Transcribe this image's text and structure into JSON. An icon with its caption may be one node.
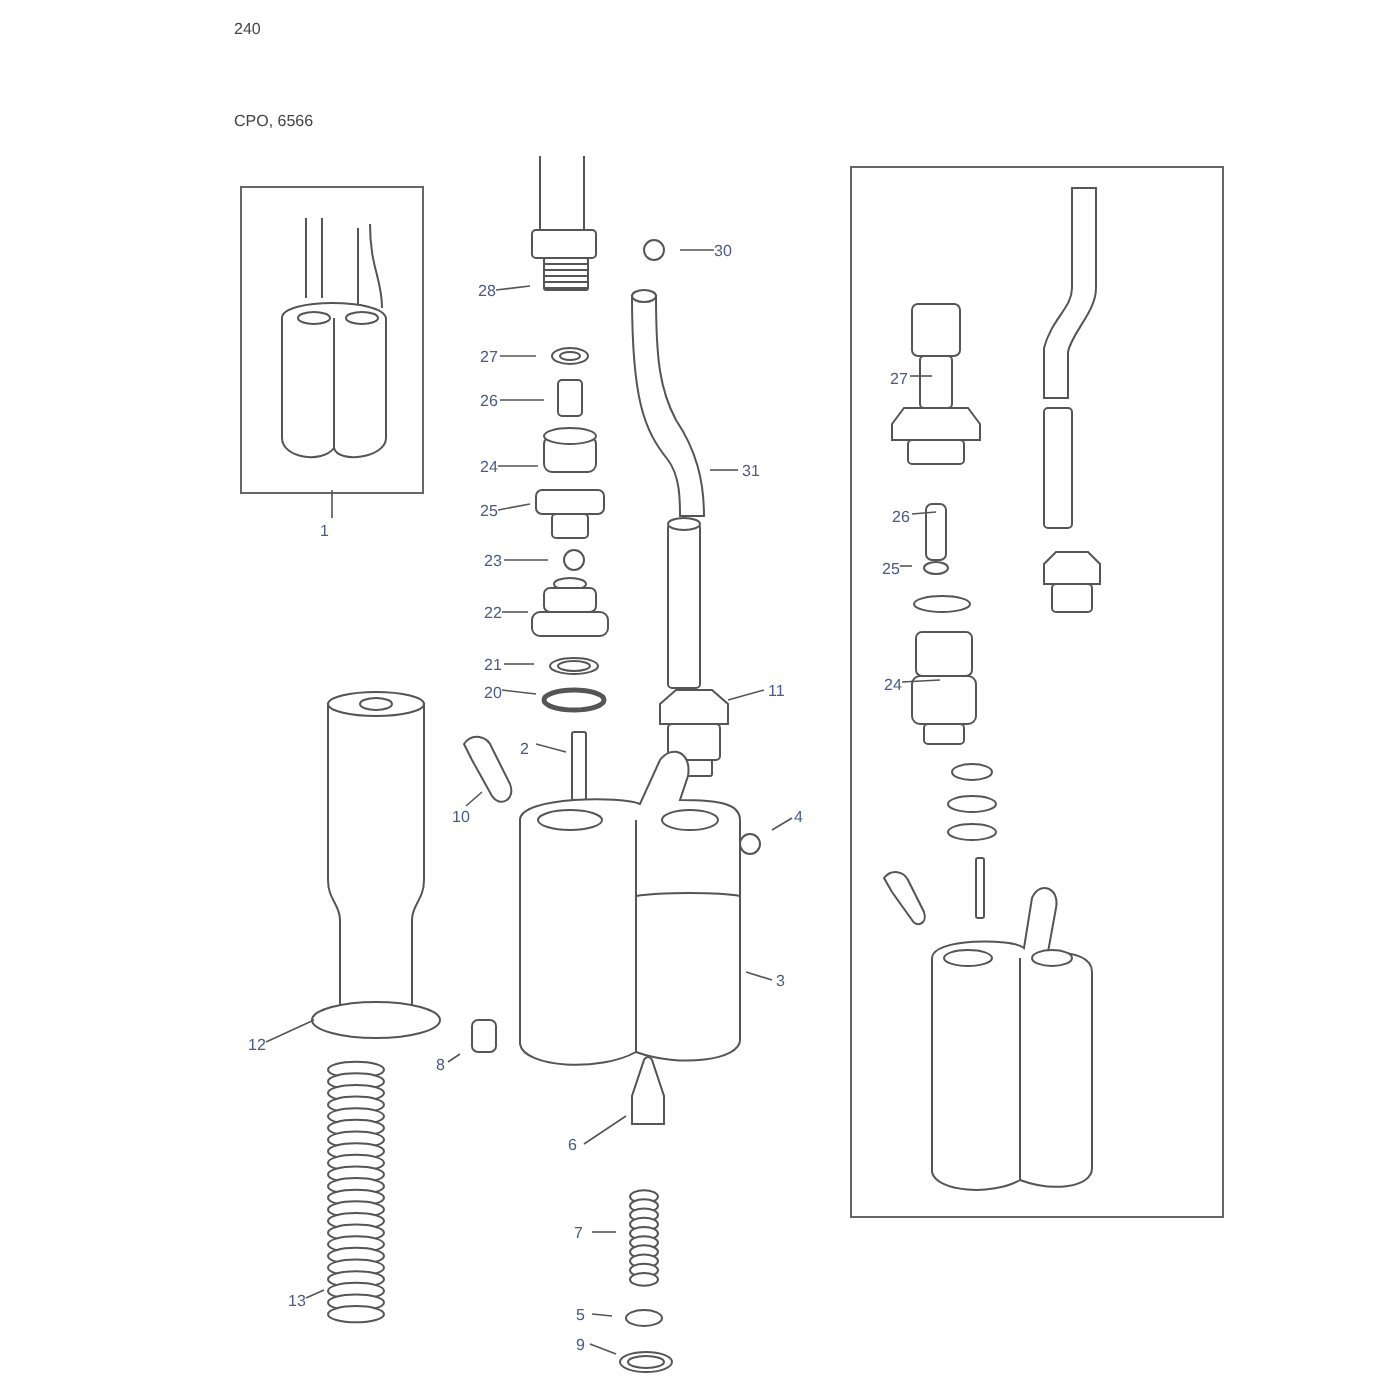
{
  "diagram": {
    "nodes": [
      {
        "text": [],
        "shape": "picture"
      },
      {
        "text": [],
        "shape": "picture"
      },
      {
        "text": [
          "30"
        ]
      },
      {
        "text": [
          "28"
        ]
      },
      {
        "text": [
          "27"
        ]
      },
      {
        "text": [
          "26"
        ]
      },
      {
        "text": [
          "24"
        ]
      },
      {
        "text": [
          "25"
        ]
      },
      {
        "text": [
          "31"
        ]
      },
      {
        "text": [
          "1"
        ]
      },
      {
        "text": [
          "23"
        ]
      },
      {
        "text": [
          "22"
        ]
      },
      {
        "text": [
          "21"
        ]
      },
      {
        "text": [
          "20"
        ]
      },
      {
        "text": [
          "11"
        ]
      },
      {
        "text": [
          "2"
        ]
      },
      {
        "text": [
          "10"
        ]
      },
      {
        "text": [
          "4"
        ]
      },
      {
        "text": [
          "3"
        ]
      },
      {
        "text": [
          "12"
        ]
      },
      {
        "text": [
          "8"
        ]
      },
      {
        "text": [
          "6"
        ]
      },
      {
        "text": [
          "7"
        ]
      },
      {
        "text": [
          "13"
        ]
      },
      {
        "text": [
          "5"
        ]
      },
      {
        "text": [
          "9"
        ]
      },
      {
        "text": [
          "27"
        ],
        "in": 1
      },
      {
        "text": [
          "26"
        ],
        "in": 1
      },
      {
        "text": [
          "25"
        ],
        "in": 1
      },
      {
        "text": [
          "24"
        ],
        "in": 1
      }
    ],
    "edges": [
      {
        "from": 2,
        "to": null,
        "arrow": "none"
      },
      {
        "from": 3,
        "to": null,
        "arrow": "none"
      },
      {
        "from": 4,
        "to": null,
        "arrow": "none"
      },
      {
        "from": 5,
        "to": null,
        "arrow": "none"
      },
      {
        "from": 6,
        "to": null,
        "arrow": "none"
      },
      {
        "from": 7,
        "to": null,
        "arrow": "none"
      },
      {
        "from": 8,
        "to": null,
        "arrow": "none"
      },
      {
        "from": 9,
        "to": 0,
        "arrow": "none"
      },
      {
        "from": 10,
        "to": null,
        "arrow": "none"
      },
      {
        "from": 11,
        "to": null,
        "arrow": "none"
      },
      {
        "from": 12,
        "to": null,
        "arrow": "none"
      },
      {
        "from": 13,
        "to": null,
        "arrow": "none"
      },
      {
        "from": 14,
        "to": null,
        "arrow": "none"
      },
      {
        "from": 15,
        "to": null,
        "arrow": "none"
      },
      {
        "from": 16,
        "to": null,
        "arrow": "none"
      },
      {
        "from": 17,
        "to": null,
        "arrow": "none"
      },
      {
        "from": 18,
        "to": null,
        "arrow": "none"
      },
      {
        "from": 19,
        "to": null,
        "arrow": "none"
      },
      {
        "from": 20,
        "to": null,
        "arrow": "none"
      },
      {
        "from": 21,
        "to": null,
        "arrow": "none"
      },
      {
        "from": 22,
        "to": null,
        "arrow": "none"
      },
      {
        "from": 23,
        "to": null,
        "arrow": "none"
      },
      {
        "from": 24,
        "to": null,
        "arrow": "none"
      },
      {
        "from": 25,
        "to": null,
        "arrow": "none"
      },
      {
        "from": 26,
        "to": null,
        "arrow": "none"
      },
      {
        "from": 27,
        "to": null,
        "arrow": "none"
      },
      {
        "from": 28,
        "to": null,
        "arrow": "none"
      },
      {
        "from": 29,
        "to": null,
        "arrow": "none"
      }
    ],
    "labels": [
      "240",
      "CPO, 6566"
    ]
  }
}
